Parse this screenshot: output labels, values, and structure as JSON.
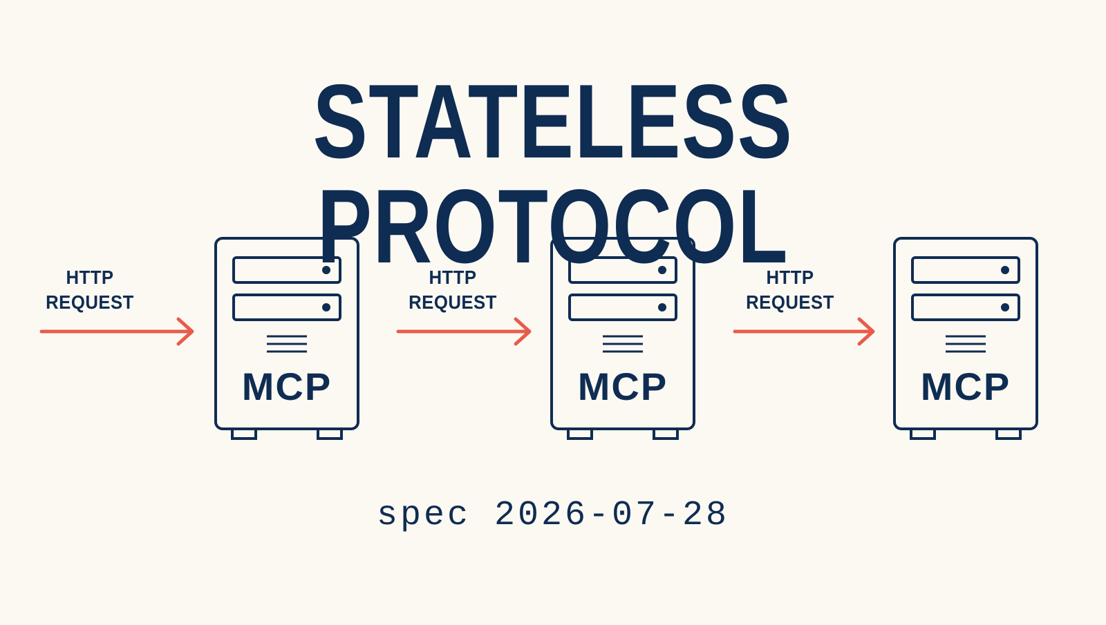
{
  "title": "STATELESS PROTOCOL",
  "subtitle": "spec 2026-07-28",
  "colors": {
    "background": "#fcf9f3",
    "navy": "#0f2c52",
    "arrow": "#e85c4a"
  },
  "stages": [
    {
      "request_line1": "HTTP",
      "request_line2": "REQUEST",
      "server_label": "MCP",
      "icon": "server-icon"
    },
    {
      "request_line1": "HTTP",
      "request_line2": "REQUEST",
      "server_label": "MCP",
      "icon": "server-icon"
    },
    {
      "request_line1": "HTTP",
      "request_line2": "REQUEST",
      "server_label": "MCP",
      "icon": "server-icon"
    }
  ]
}
